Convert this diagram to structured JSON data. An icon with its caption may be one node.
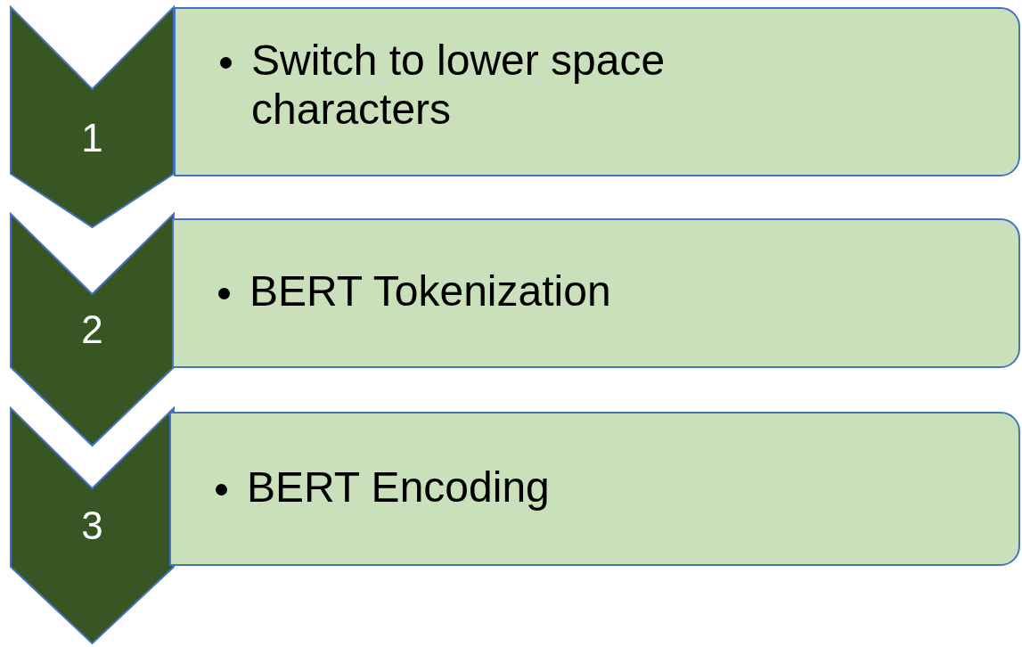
{
  "diagram": {
    "nodes": [
      {
        "text": [
          "1"
        ]
      },
      {
        "text": [
          "Switch to lower space characters"
        ]
      },
      {
        "text": [
          "2"
        ]
      },
      {
        "text": [
          "BERT Tokenization"
        ]
      },
      {
        "text": [
          "3"
        ]
      },
      {
        "text": [
          "BERT Encoding"
        ]
      }
    ]
  }
}
